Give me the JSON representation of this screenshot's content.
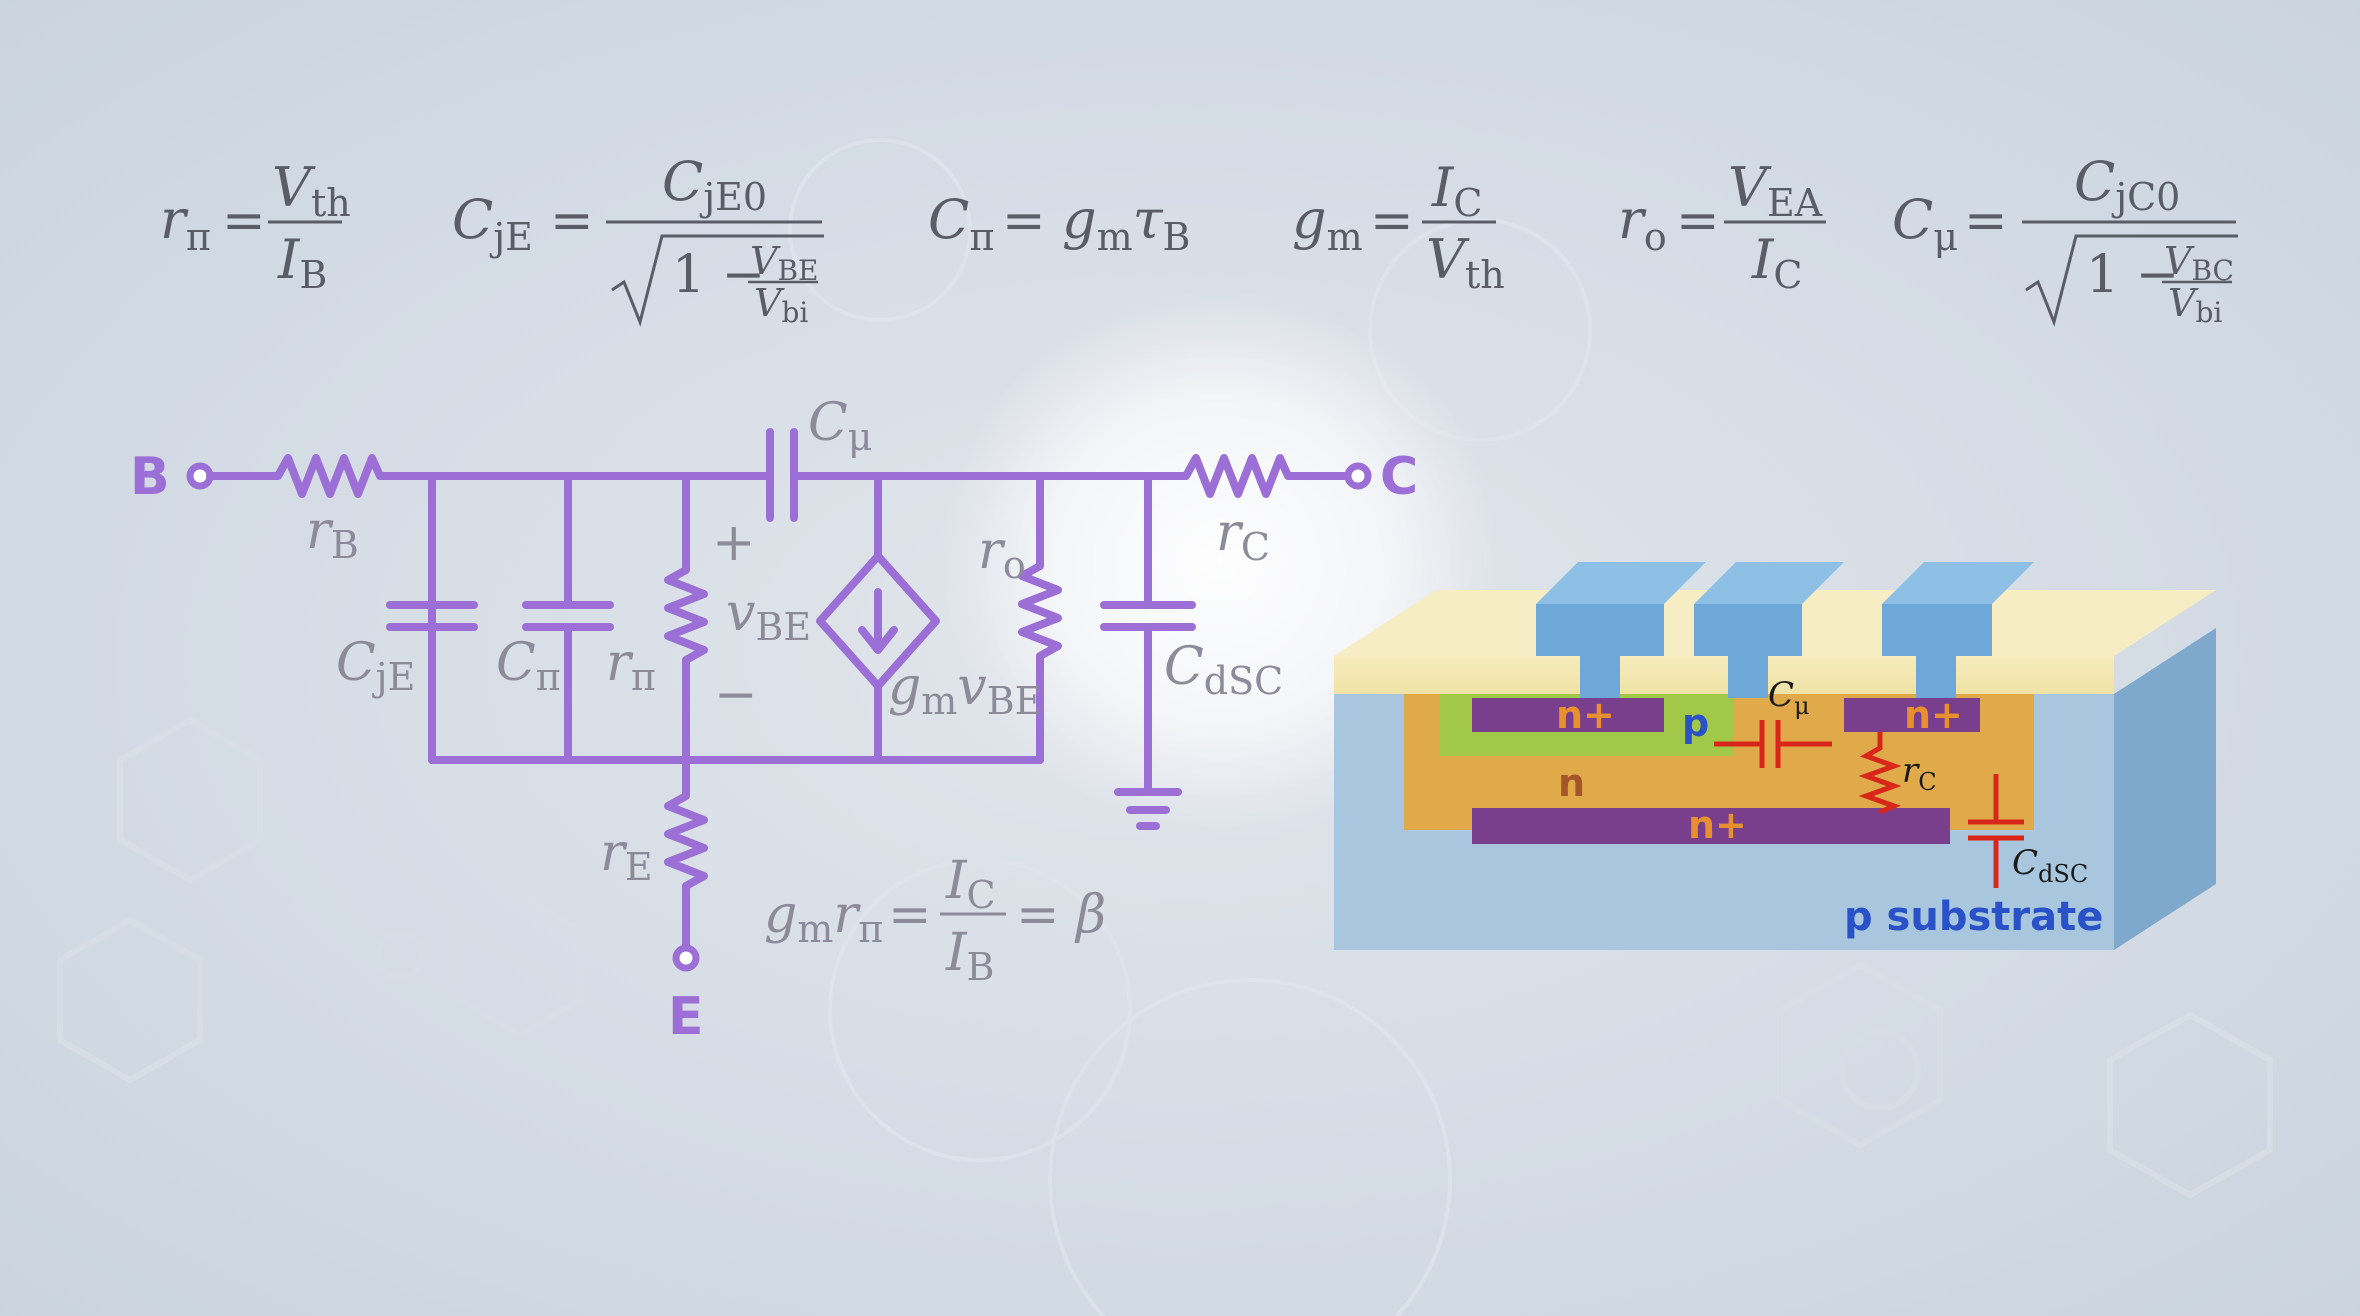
{
  "equations": {
    "r_pi": {
      "lhs_base": "r",
      "lhs_sub": "π",
      "num_base": "V",
      "num_sub": "th",
      "den_base": "I",
      "den_sub": "B"
    },
    "c_je": {
      "lhs_base": "C",
      "lhs_sub": "jE",
      "num_base": "C",
      "num_sub": "jE0",
      "root_one": "1 −",
      "frac_num_base": "V",
      "frac_num_sub": "BE",
      "frac_den_base": "V",
      "frac_den_sub": "bi"
    },
    "c_pi": {
      "lhs_base": "C",
      "lhs_sub": "π",
      "rhs_g": "g",
      "rhs_g_sub": "m",
      "rhs_tau": "τ",
      "rhs_tau_sub": "B"
    },
    "g_m": {
      "lhs_base": "g",
      "lhs_sub": "m",
      "num_base": "I",
      "num_sub": "C",
      "den_base": "V",
      "den_sub": "th"
    },
    "r_o": {
      "lhs_base": "r",
      "lhs_sub": "o",
      "num_base": "V",
      "num_sub": "EA",
      "den_base": "I",
      "den_sub": "C"
    },
    "c_mu": {
      "lhs_base": "C",
      "lhs_sub": "μ",
      "num_base": "C",
      "num_sub": "jC0",
      "root_one": "1 −",
      "frac_num_base": "V",
      "frac_num_sub": "BC",
      "frac_den_base": "V",
      "frac_den_sub": "bi"
    },
    "beta": {
      "g": "g",
      "g_sub": "m",
      "r": "r",
      "r_sub": "π",
      "num_base": "I",
      "num_sub": "C",
      "den_base": "I",
      "den_sub": "B",
      "tail": "= β"
    },
    "equals": "="
  },
  "circuit": {
    "terminals": {
      "base": "B",
      "collector": "C",
      "emitter": "E"
    },
    "labels": {
      "r_b": {
        "base": "r",
        "sub": "B"
      },
      "r_c": {
        "base": "r",
        "sub": "C"
      },
      "r_e": {
        "base": "r",
        "sub": "E"
      },
      "c_mu": {
        "base": "C",
        "sub": "μ"
      },
      "c_je": {
        "base": "C",
        "sub": "jE"
      },
      "c_pi": {
        "base": "C",
        "sub": "π"
      },
      "r_pi": {
        "base": "r",
        "sub": "π"
      },
      "v_be": {
        "base": "v",
        "sub": "BE"
      },
      "plus": "+",
      "minus": "−",
      "g_m_v_be": {
        "g": "g",
        "g_sub": "m",
        "v": "v",
        "v_sub": "BE"
      },
      "r_o": {
        "base": "r",
        "sub": "o"
      },
      "c_dsc": {
        "base": "C",
        "sub": "dSC"
      }
    }
  },
  "cross_section": {
    "regions": {
      "n_plus_emitter": "n+",
      "p_base": "p",
      "n_plus_collector": "n+",
      "n_collector": "n",
      "n_plus_buried": "n+",
      "substrate": "p substrate"
    },
    "parasitics": {
      "c_mu": {
        "base": "C",
        "sub": "μ"
      },
      "r_c": {
        "base": "r",
        "sub": "C"
      },
      "c_dsc": {
        "base": "C",
        "sub": "dSC"
      }
    }
  },
  "colors": {
    "circuit": "#9b6fd6",
    "equation_text": "#5a5c66",
    "circuit_label_text": "#8d8a9a",
    "oxide": "#f4e8b0",
    "metal": "#6ea8d8",
    "n_plus": "#7a3f8c",
    "p_base": "#a2c84a",
    "n_well": "#e0a94a",
    "substrate": "#a9c6df",
    "parasitic": "#d8261a",
    "substrate_label": "#2a52c8"
  }
}
